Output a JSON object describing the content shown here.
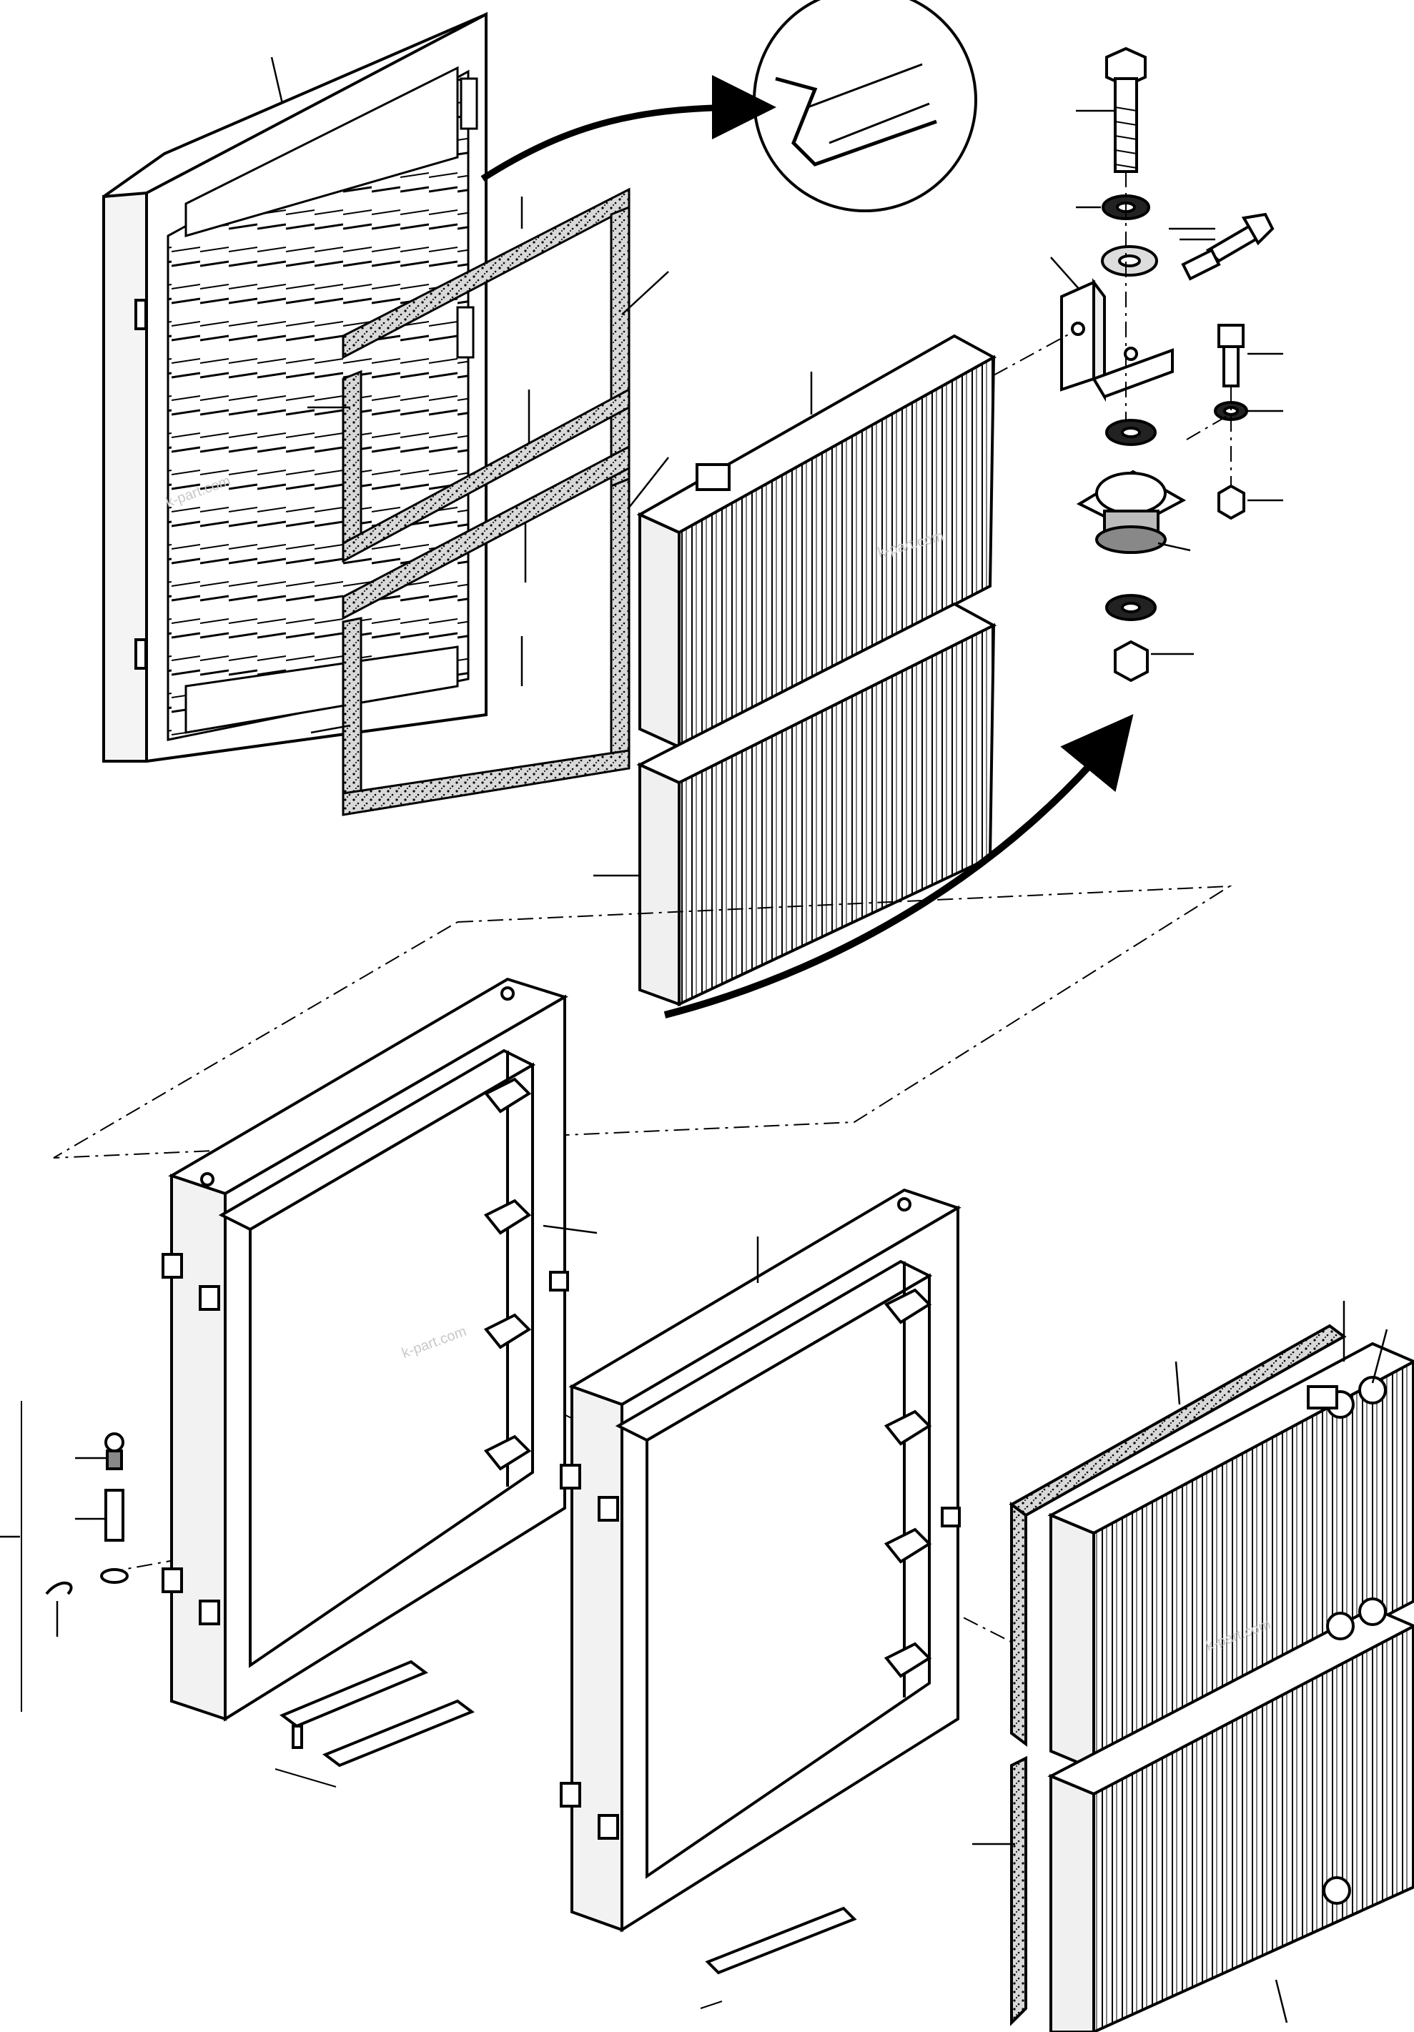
{
  "diagram": {
    "kind": "exploded-parts-drawing",
    "line_color": "#000000",
    "background": "#ffffff",
    "watermarks": [
      "k-part.com",
      "k-part.com",
      "k-part.com",
      "k-part.com"
    ]
  }
}
